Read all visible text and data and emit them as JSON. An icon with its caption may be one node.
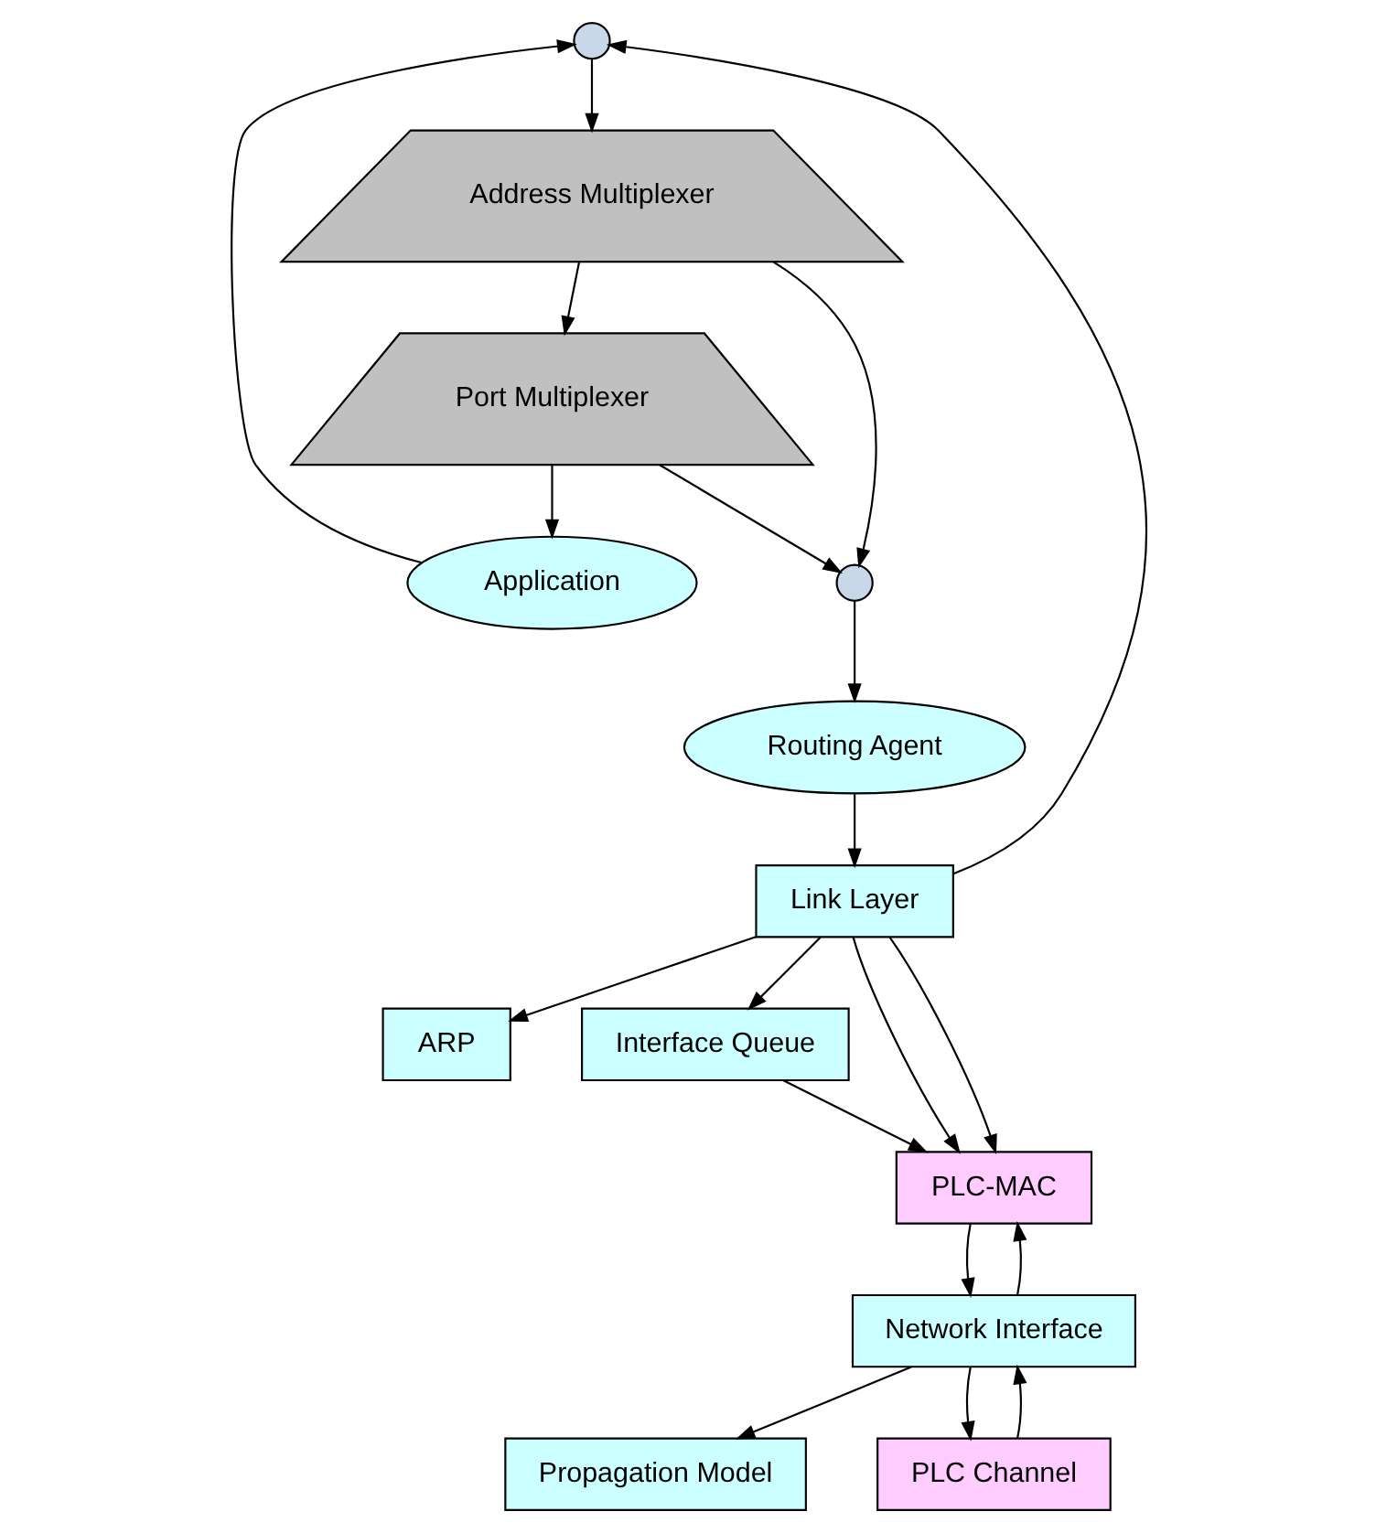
{
  "diagram": {
    "nodes": [
      {
        "text": [
          "Application"
        ]
      },
      {
        "text": [
          "Port Multiplexer"
        ]
      },
      {
        "text": [
          "Address Multiplexer"
        ]
      },
      {
        "text": [],
        "shape": "circle"
      },
      {
        "text": [],
        "shape": "circle"
      },
      {
        "text": [
          "Routing Agent"
        ]
      },
      {
        "text": [
          "Link Layer"
        ]
      },
      {
        "text": [
          "ARP"
        ]
      },
      {
        "text": [
          "Interface Queue"
        ]
      },
      {
        "text": [
          "PLC-MAC"
        ]
      },
      {
        "text": [
          "Propagation Model"
        ]
      },
      {
        "text": [
          "Network Interface"
        ]
      },
      {
        "text": [
          "PLC Channel"
        ]
      }
    ],
    "edges": [
      {
        "from": 0,
        "to": 3,
        "arrow": "to"
      },
      {
        "from": 6,
        "to": 3,
        "arrow": "to"
      },
      {
        "from": 3,
        "to": 2,
        "arrow": "to"
      },
      {
        "from": 2,
        "to": 1,
        "arrow": "to"
      },
      {
        "from": 2,
        "to": 4,
        "arrow": "to"
      },
      {
        "from": 1,
        "to": 0,
        "arrow": "to"
      },
      {
        "from": 1,
        "to": 4,
        "arrow": "to"
      },
      {
        "from": 4,
        "to": 5,
        "arrow": "to"
      },
      {
        "from": 5,
        "to": 6,
        "arrow": "to"
      },
      {
        "from": 6,
        "to": 7,
        "arrow": "to"
      },
      {
        "from": 6,
        "to": 8,
        "arrow": "to"
      },
      {
        "from": 6,
        "to": 9,
        "arrow": "to"
      },
      {
        "from": 6,
        "to": 9,
        "arrow": "to"
      },
      {
        "from": 8,
        "to": 9,
        "arrow": "to"
      },
      {
        "from": 9,
        "to": 11,
        "arrow": "to"
      },
      {
        "from": 11,
        "to": 9,
        "arrow": "to"
      },
      {
        "from": 11,
        "to": 10,
        "arrow": "to"
      },
      {
        "from": 11,
        "to": 12,
        "arrow": "to"
      },
      {
        "from": 12,
        "to": 11,
        "arrow": "to"
      }
    ]
  }
}
